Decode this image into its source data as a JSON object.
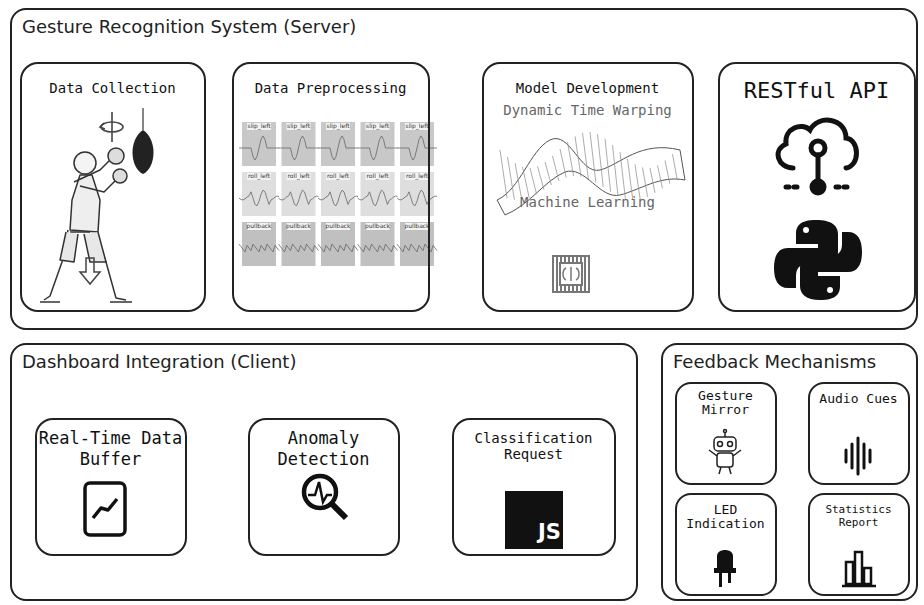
{
  "diagram": {
    "nodes": [
      {
        "text": [
          "Gesture Recognition System (Server)"
        ]
      },
      {
        "text": [
          "Data Collection"
        ],
        "in": 0
      },
      {
        "text": [
          "Data Preprocessing"
        ],
        "in": 0
      },
      {
        "text": [
          "Model Development",
          "Dynamic Time Warping",
          "Machine Learning"
        ],
        "in": 0
      },
      {
        "text": [
          "RESTful API"
        ],
        "in": 0
      },
      {
        "text": [
          "Dashboard Integration (Client)"
        ]
      },
      {
        "text": [
          "Real-Time Data Buffer"
        ],
        "in": 5
      },
      {
        "text": [
          "Anomaly Detection"
        ],
        "in": 5
      },
      {
        "text": [
          "Classification Request"
        ],
        "in": 5
      },
      {
        "text": [
          "Feedback Mechanisms"
        ]
      },
      {
        "text": [
          "Gesture Mirror"
        ],
        "in": 9
      },
      {
        "text": [
          "Audio Cues"
        ],
        "in": 9
      },
      {
        "text": [
          "LED Indication"
        ],
        "in": 9
      },
      {
        "text": [
          "Statistics Report"
        ],
        "in": 9
      }
    ],
    "labels": [
      "slip_left",
      "slip_left",
      "slip_left",
      "slip_left",
      "slip_left",
      "roll_left",
      "roll_left",
      "roll_left",
      "roll_left",
      "roll_left",
      "pullback",
      "pullback",
      "pullback",
      "pullback",
      "pullback",
      "JS"
    ]
  }
}
